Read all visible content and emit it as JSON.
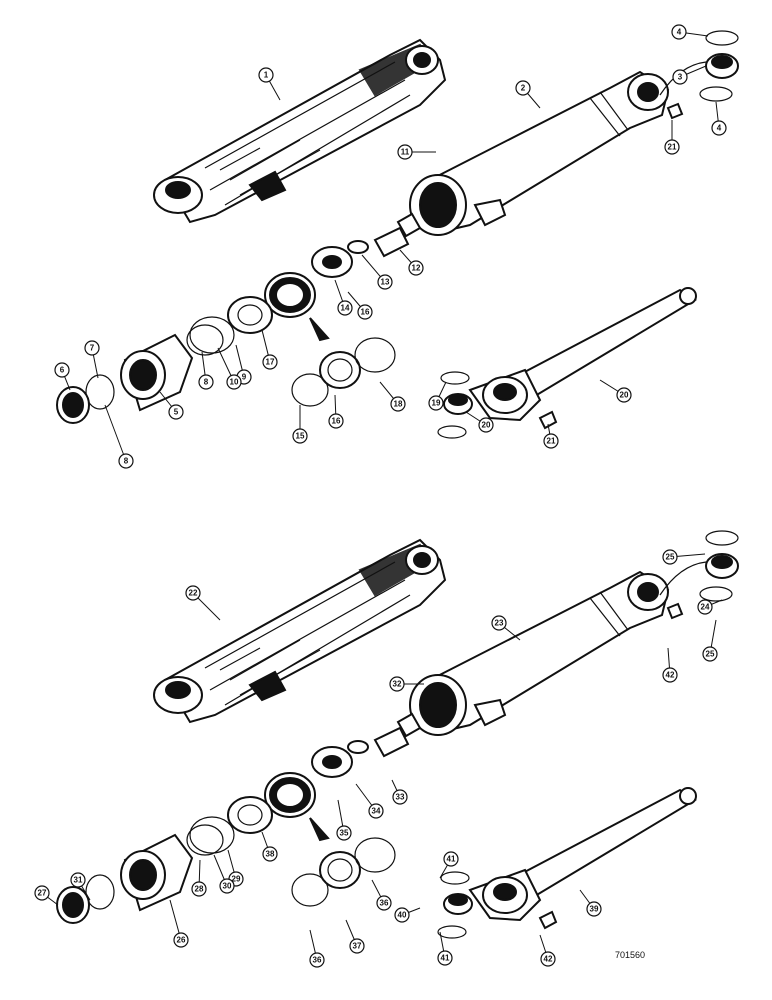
{
  "figure_code": "701560",
  "callouts_top": [
    "1",
    "2",
    "3",
    "4",
    "4",
    "21",
    "11",
    "12",
    "13",
    "14",
    "16",
    "17",
    "9",
    "10",
    "8",
    "5",
    "6",
    "7",
    "8",
    "15",
    "16",
    "18",
    "20",
    "19",
    "20",
    "21"
  ],
  "callouts_bottom": [
    "22",
    "23",
    "24",
    "25",
    "25",
    "42",
    "32",
    "33",
    "34",
    "35",
    "36",
    "38",
    "29",
    "30",
    "28",
    "26",
    "27",
    "31",
    "36",
    "37",
    "39",
    "41",
    "40",
    "41",
    "42"
  ]
}
